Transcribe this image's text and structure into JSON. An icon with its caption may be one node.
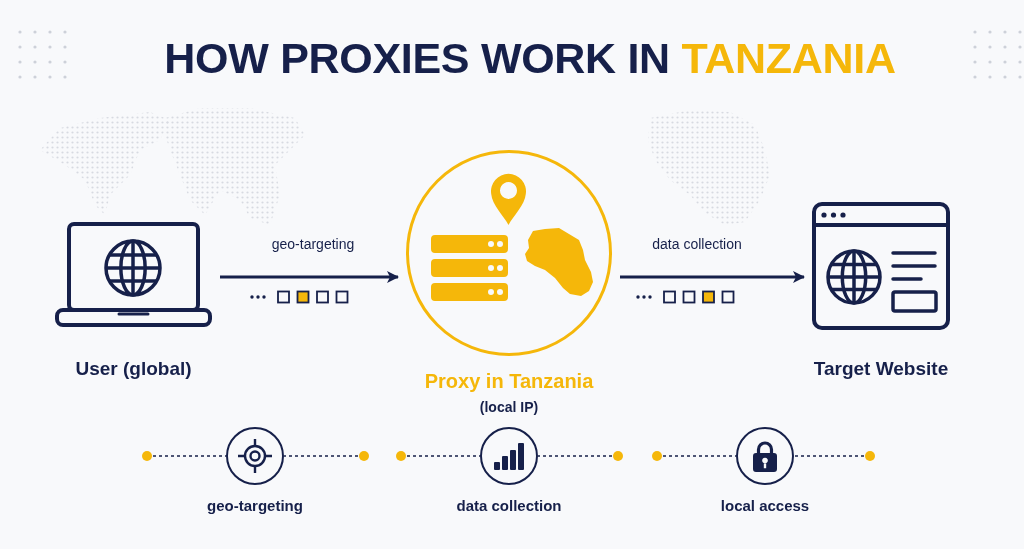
{
  "diagram": {
    "title": "HOW PROXIES WORK IN **TANZANIA**",
    "nodes": [
      {
        "text": [
          "User (global)"
        ]
      },
      {
        "text": [
          "Proxy in Tanzania",
          "(local IP)"
        ]
      },
      {
        "text": [
          "Target Website"
        ]
      },
      {
        "text": [
          "geo-targeting"
        ]
      },
      {
        "text": [
          "data collection"
        ]
      },
      {
        "text": [
          "local access"
        ]
      }
    ],
    "edges": [
      {
        "from": 0,
        "to": 1,
        "arrow": "to",
        "label": "geo-targeting"
      },
      {
        "from": 1,
        "to": 2,
        "arrow": "to",
        "label": "data collection"
      },
      {
        "from": null,
        "to": 3,
        "arrow": "other",
        "style": "dashed"
      },
      {
        "from": null,
        "to": 3,
        "arrow": "other",
        "style": "dashed"
      },
      {
        "from": null,
        "to": 4,
        "arrow": "other",
        "style": "dashed"
      },
      {
        "from": null,
        "to": 4,
        "arrow": "other",
        "style": "dashed"
      },
      {
        "from": null,
        "to": 5,
        "arrow": "other",
        "style": "dashed"
      },
      {
        "from": null,
        "to": 5,
        "arrow": "other",
        "style": "dashed"
      }
    ]
  }
}
